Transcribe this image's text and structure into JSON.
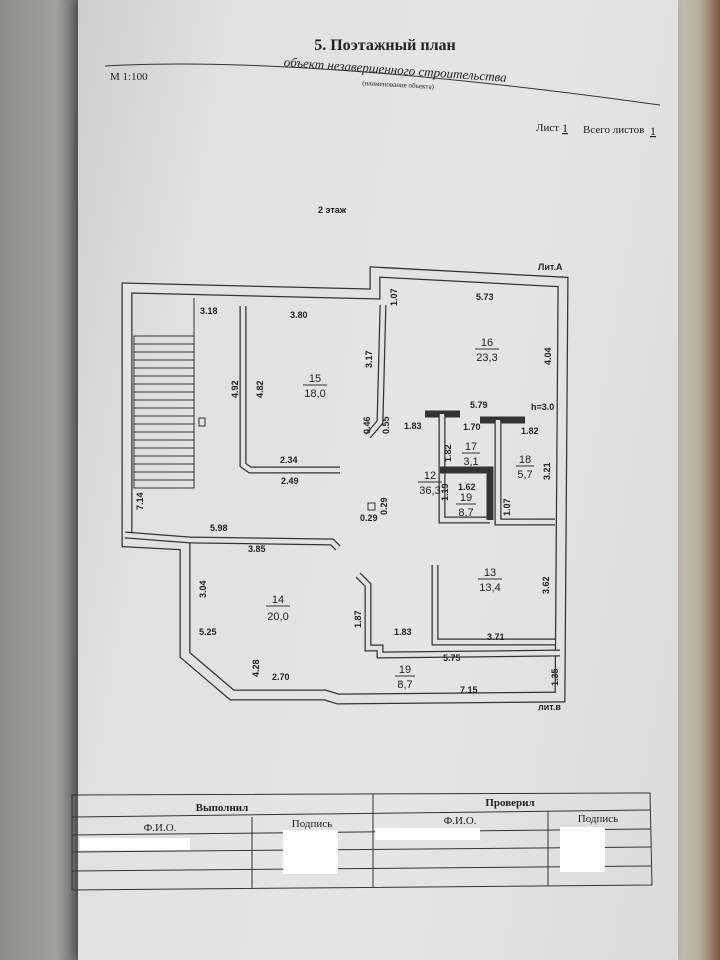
{
  "header": {
    "title": "5. Поэтажный план",
    "object_name": "объект незавершенного строительства",
    "object_caption": "(наименование объекта)",
    "scale": "М 1:100",
    "sheet_label": "Лист",
    "sheet_number": "1",
    "total_label": "Всего листов",
    "total_number": "1",
    "floor": "2 этаж"
  },
  "plan": {
    "lit_a": "Лит.А",
    "lit_b": "лит.в",
    "rooms": [
      {
        "num": "15",
        "area": "18,0"
      },
      {
        "num": "16",
        "area": "23,3"
      },
      {
        "num": "17",
        "area": "3,1"
      },
      {
        "num": "18",
        "area": "5,7"
      },
      {
        "num": "12",
        "area": "36,3"
      },
      {
        "num": "19",
        "area": "8,7"
      },
      {
        "num": "13",
        "area": "13,4"
      },
      {
        "num": "14",
        "area": "20,0"
      },
      {
        "num": "19",
        "area": "8,7"
      }
    ],
    "dims": [
      "3.18",
      "3.80",
      "1.07",
      "5.73",
      "3.17",
      "4.92",
      "4.82",
      "4.04",
      "5.79",
      "h=3.0",
      "0.46",
      "0.55",
      "1.83",
      "1.70",
      "1.82",
      "1.82",
      "3.21",
      "2.34",
      "2.49",
      "1.62",
      "1.19",
      "1.07",
      "0.29",
      "0.29",
      "7.14",
      "5.98",
      "3.85",
      "3.04",
      "3.62",
      "1.87",
      "5.25",
      "1.83",
      "3.71",
      "5.75",
      "4.28",
      "2.70",
      "7.15",
      "1.35"
    ]
  },
  "footer_table": {
    "performed": "Выполнил",
    "checked": "Проверил",
    "fio": "Ф.И.О.",
    "signature": "Подпись"
  }
}
